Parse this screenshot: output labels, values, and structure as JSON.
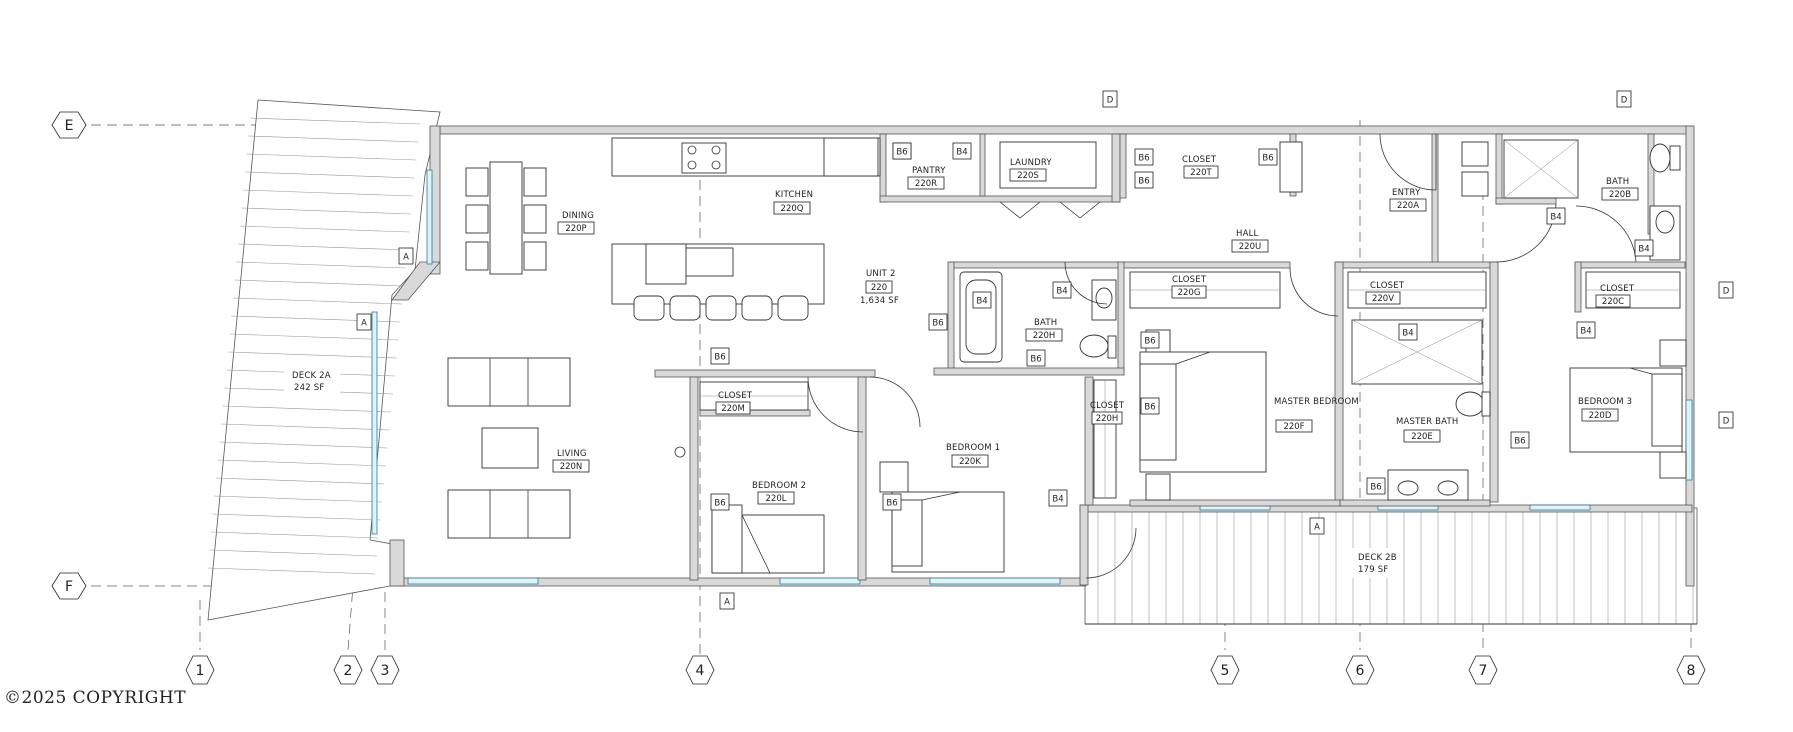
{
  "copyright": "©2025 COPYRIGHT",
  "grid": {
    "rows": [
      "E",
      "F"
    ],
    "columns": [
      "1",
      "2",
      "3",
      "4",
      "5",
      "6",
      "7",
      "8"
    ]
  },
  "unit": {
    "name": "UNIT 2",
    "number": "220",
    "area": "1,634 SF"
  },
  "decks": [
    {
      "name": "DECK 2A",
      "area": "242 SF"
    },
    {
      "name": "DECK 2B",
      "area": "179 SF"
    }
  ],
  "rooms": [
    {
      "name": "KITCHEN",
      "tag": "220Q"
    },
    {
      "name": "DINING",
      "tag": "220P"
    },
    {
      "name": "LIVING",
      "tag": "220N"
    },
    {
      "name": "PANTRY",
      "tag": "220R"
    },
    {
      "name": "LAUNDRY",
      "tag": "220S"
    },
    {
      "name": "CLOSET",
      "tag": "220T"
    },
    {
      "name": "ENTRY",
      "tag": "220A"
    },
    {
      "name": "BATH",
      "tag": "220B"
    },
    {
      "name": "HALL",
      "tag": "220U"
    },
    {
      "name": "CLOSET",
      "tag": "220G"
    },
    {
      "name": "CLOSET",
      "tag": "220V"
    },
    {
      "name": "CLOSET",
      "tag": "220C"
    },
    {
      "name": "BATH",
      "tag": "220H"
    },
    {
      "name": "CLOSET",
      "tag": "220M"
    },
    {
      "name": "BEDROOM 2",
      "tag": "220L"
    },
    {
      "name": "BEDROOM 1",
      "tag": "220K"
    },
    {
      "name": "CLOSET",
      "tag": "220H"
    },
    {
      "name": "MASTER BEDROOM",
      "tag": "220F"
    },
    {
      "name": "MASTER BATH",
      "tag": "220E"
    },
    {
      "name": "BEDROOM 3",
      "tag": "220D"
    }
  ],
  "markers": [
    "A",
    "B4",
    "B6",
    "D"
  ]
}
